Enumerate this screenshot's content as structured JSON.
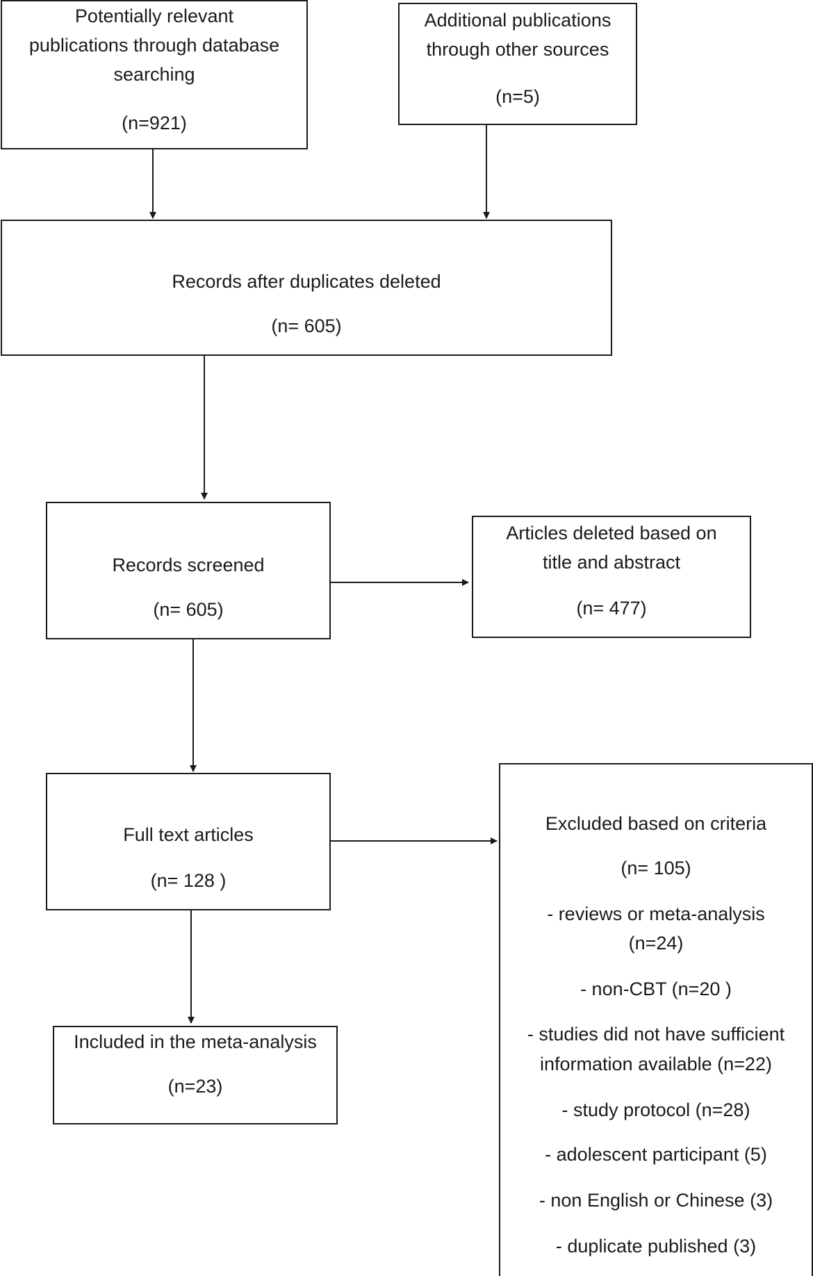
{
  "boxes": {
    "db_search": {
      "line1": "Potentially relevant",
      "line2": "publications through database",
      "line3": "searching",
      "count": "(n=921)"
    },
    "other_sources": {
      "line1": "Additional publications",
      "line2": "through other sources",
      "count": "(n=5)"
    },
    "after_duplicates": {
      "label": "Records after duplicates deleted",
      "count": "(n= 605)"
    },
    "screened": {
      "label": "Records screened",
      "count": "(n= 605)"
    },
    "deleted_title_abstract": {
      "line1": "Articles deleted based on",
      "line2": "title and abstract",
      "count": "(n= 477)"
    },
    "full_text": {
      "label": "Full text articles",
      "count": "(n= 128 )"
    },
    "included": {
      "label": "Included in the meta-analysis",
      "count": "(n=23)"
    },
    "excluded": {
      "title": "Excluded based on criteria",
      "count": "(n= 105)",
      "reasons": [
        "- reviews or meta-analysis",
        "(n=24)",
        "- non-CBT (n=20 )",
        "- studies did not have sufficient",
        "information available (n=22)",
        "- study protocol (n=28)",
        "- adolescent participant (5)",
        "- non English or Chinese (3)",
        "- duplicate published (3)"
      ]
    }
  }
}
